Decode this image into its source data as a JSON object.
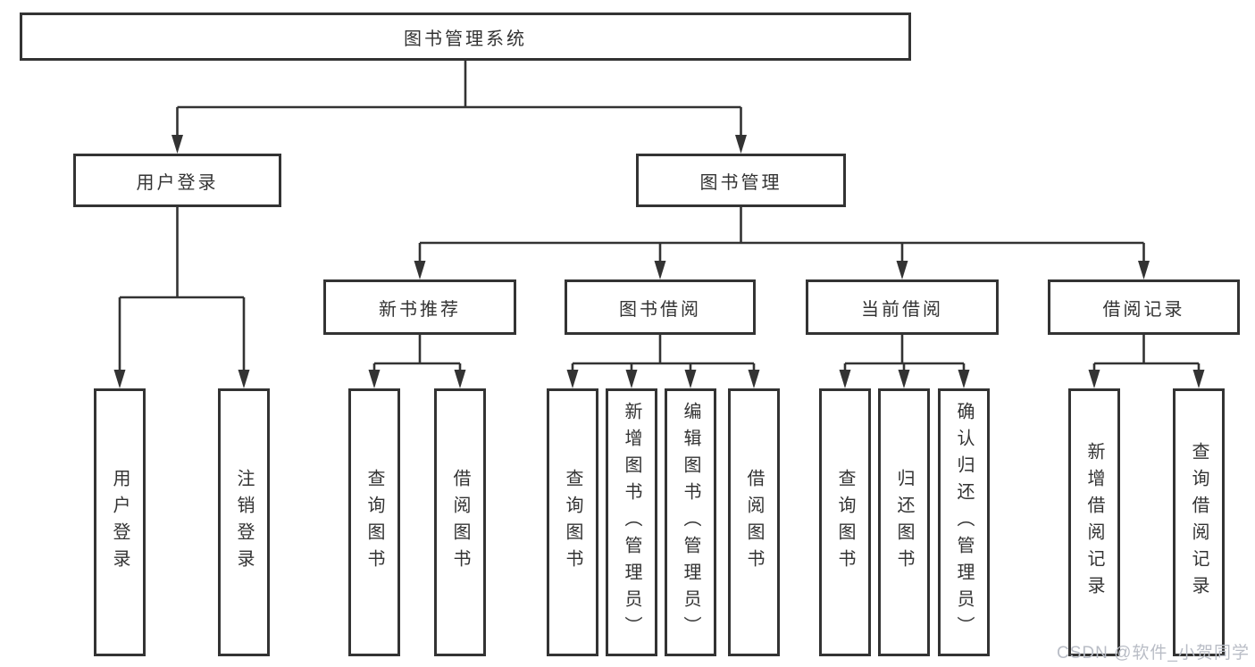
{
  "diagram": {
    "root": {
      "label": "图书管理系统"
    },
    "user_branch": {
      "label": "用户登录",
      "children": [
        {
          "label": "用户登录"
        },
        {
          "label": "注销登录"
        }
      ]
    },
    "mgmt_branch": {
      "label": "图书管理",
      "sections": [
        {
          "label": "新书推荐",
          "children": [
            {
              "label": "查询图书"
            },
            {
              "label": "借阅图书"
            }
          ]
        },
        {
          "label": "图书借阅",
          "children": [
            {
              "label": "查询图书"
            },
            {
              "label": "新增图书（管理员）"
            },
            {
              "label": "编辑图书（管理员）"
            },
            {
              "label": "借阅图书"
            }
          ]
        },
        {
          "label": "当前借阅",
          "children": [
            {
              "label": "查询图书"
            },
            {
              "label": "归还图书"
            },
            {
              "label": "确认归还（管理员）"
            }
          ]
        },
        {
          "label": "借阅记录",
          "children": [
            {
              "label": "新增借阅记录"
            },
            {
              "label": "查询借阅记录"
            }
          ]
        }
      ]
    }
  },
  "colors": {
    "line": "#333333",
    "text": "#333333",
    "watermark": "#b9bdc6",
    "background": "#ffffff"
  },
  "watermark": {
    "text": "CSDN @软件_小贺同学"
  }
}
